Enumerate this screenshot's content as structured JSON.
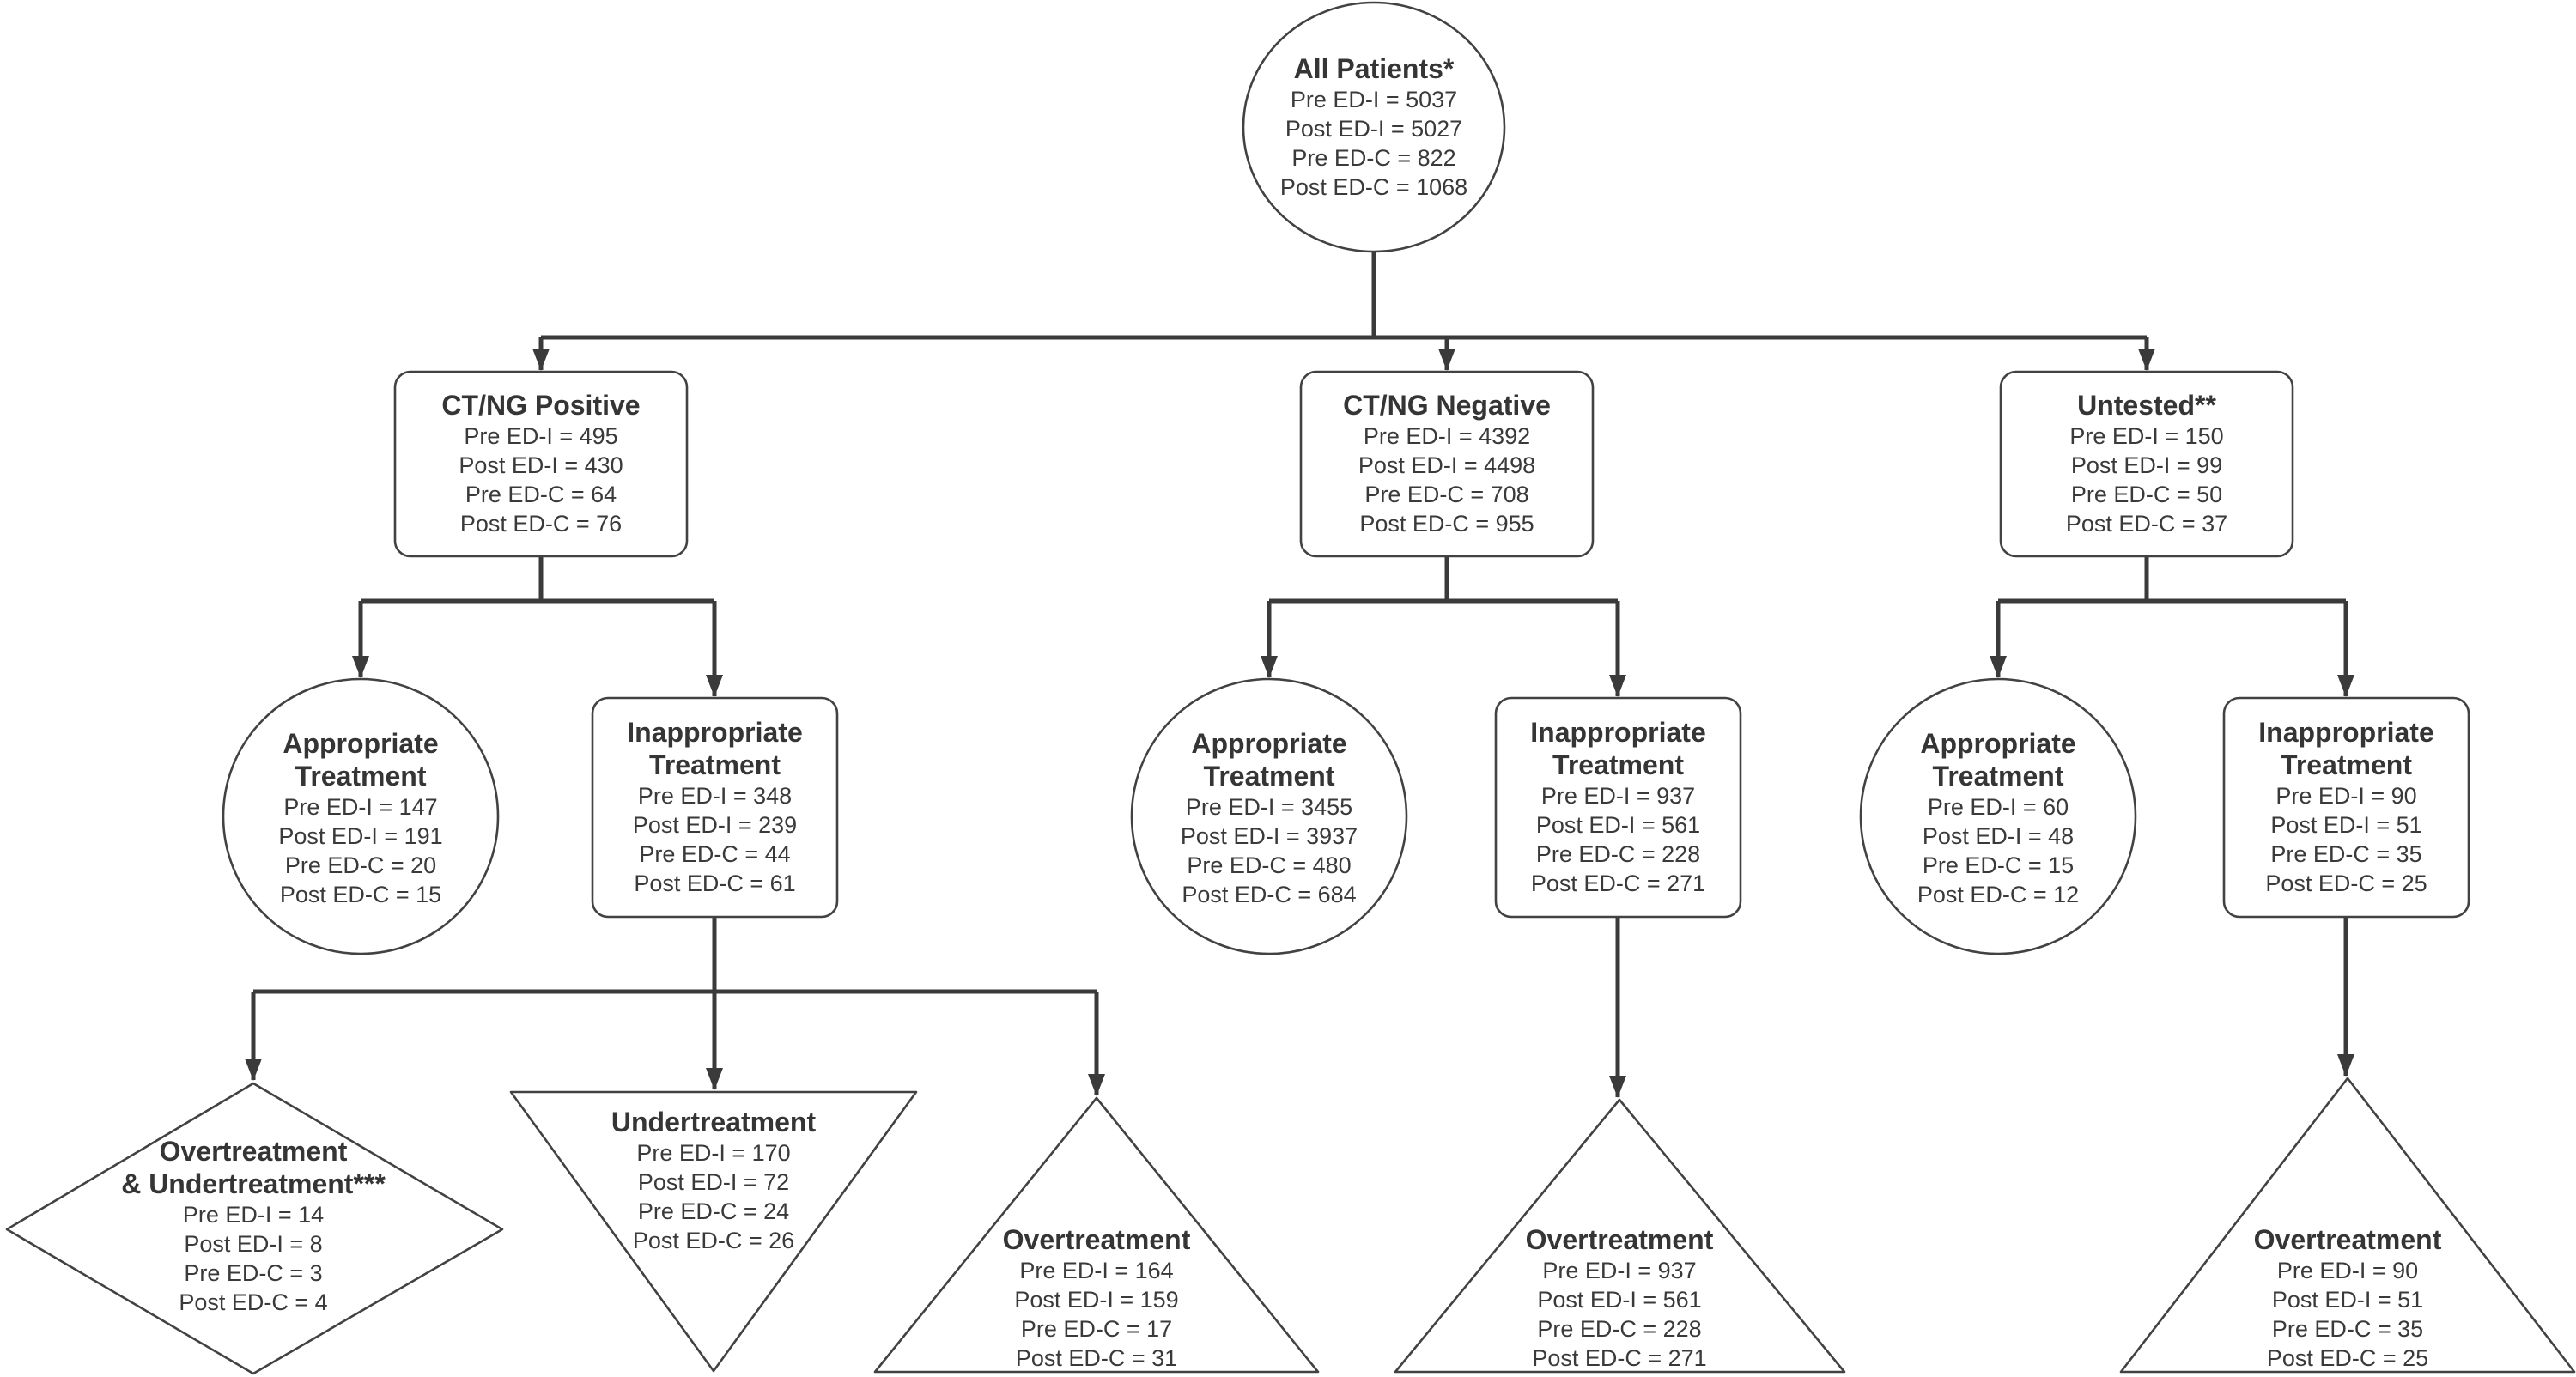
{
  "figure": {
    "type": "flowchart",
    "colors": {
      "background": "#ffffff",
      "connector_line": "#3a3a3a",
      "shape_border": "#424242",
      "shape_fill": "#ffffff",
      "text": "#3a3a3a"
    }
  },
  "nodes": {
    "all_patients": {
      "shape": "circle",
      "title": "All Patients*",
      "lines": [
        "Pre ED-I = 5037",
        "Post ED-I = 5027",
        "Pre ED-C = 822",
        "Post ED-C = 1068"
      ]
    },
    "ctng_positive": {
      "shape": "rounded-rect",
      "title": "CT/NG Positive",
      "lines": [
        "Pre ED-I = 495",
        "Post ED-I = 430",
        "Pre ED-C = 64",
        "Post ED-C = 76"
      ]
    },
    "ctng_negative": {
      "shape": "rounded-rect",
      "title": "CT/NG Negative",
      "lines": [
        "Pre ED-I = 4392",
        "Post ED-I = 4498",
        "Pre ED-C = 708",
        "Post ED-C = 955"
      ]
    },
    "untested": {
      "shape": "rounded-rect",
      "title": "Untested**",
      "lines": [
        "Pre ED-I = 150",
        "Post ED-I = 99",
        "Pre ED-C = 50",
        "Post ED-C = 37"
      ]
    },
    "pos_appropriate": {
      "shape": "circle",
      "title": "Appropriate\nTreatment",
      "lines": [
        "Pre ED-I = 147",
        "Post ED-I = 191",
        "Pre ED-C = 20",
        "Post ED-C = 15"
      ]
    },
    "pos_inappropriate": {
      "shape": "rounded-rect",
      "title": "Inappropriate\nTreatment",
      "lines": [
        "Pre ED-I = 348",
        "Post ED-I = 239",
        "Pre ED-C = 44",
        "Post ED-C = 61"
      ]
    },
    "neg_appropriate": {
      "shape": "circle",
      "title": "Appropriate\nTreatment",
      "lines": [
        "Pre ED-I = 3455",
        "Post ED-I = 3937",
        "Pre ED-C = 480",
        "Post ED-C = 684"
      ]
    },
    "neg_inappropriate": {
      "shape": "rounded-rect",
      "title": "Inappropriate\nTreatment",
      "lines": [
        "Pre ED-I = 937",
        "Post ED-I = 561",
        "Pre ED-C = 228",
        "Post ED-C = 271"
      ]
    },
    "unt_appropriate": {
      "shape": "circle",
      "title": "Appropriate\nTreatment",
      "lines": [
        "Pre ED-I = 60",
        "Post ED-I = 48",
        "Pre ED-C = 15",
        "Post ED-C = 12"
      ]
    },
    "unt_inappropriate": {
      "shape": "rounded-rect",
      "title": "Inappropriate\nTreatment",
      "lines": [
        "Pre ED-I = 90",
        "Post ED-I = 51",
        "Pre ED-C = 35",
        "Post ED-C = 25"
      ]
    },
    "over_under": {
      "shape": "diamond",
      "title": "Overtreatment\n& Undertreatment***",
      "lines": [
        "Pre ED-I = 14",
        "Post ED-I = 8",
        "Pre ED-C = 3",
        "Post ED-C = 4"
      ]
    },
    "undertreatment": {
      "shape": "inverted-triangle",
      "title": "Undertreatment",
      "lines": [
        "Pre ED-I = 170",
        "Post ED-I = 72",
        "Pre ED-C = 24",
        "Post ED-C = 26"
      ]
    },
    "pos_overtreatment": {
      "shape": "triangle",
      "title": "Overtreatment",
      "lines": [
        "Pre ED-I = 164",
        "Post ED-I = 159",
        "Pre ED-C = 17",
        "Post ED-C = 31"
      ]
    },
    "neg_overtreatment": {
      "shape": "triangle",
      "title": "Overtreatment",
      "lines": [
        "Pre ED-I = 937",
        "Post ED-I = 561",
        "Pre ED-C = 228",
        "Post ED-C = 271"
      ]
    },
    "unt_overtreatment": {
      "shape": "triangle",
      "title": "Overtreatment",
      "lines": [
        "Pre ED-I = 90",
        "Post ED-I = 51",
        "Pre ED-C = 35",
        "Post ED-C = 25"
      ]
    }
  }
}
